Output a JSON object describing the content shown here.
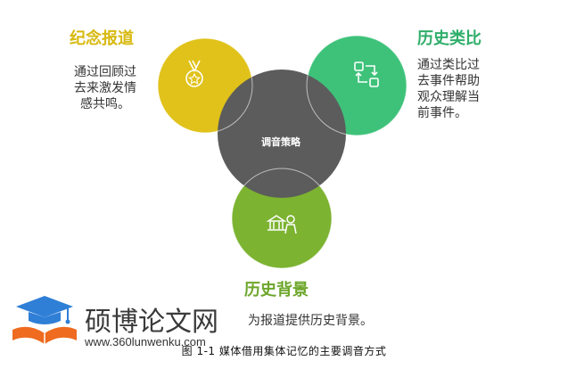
{
  "center": {
    "label": "调音策略"
  },
  "nodes": {
    "commemorative": {
      "title": "纪念报道",
      "desc": [
        "通过回顾过",
        "去来激发情",
        "感共鸣。"
      ],
      "icon": "medal-icon",
      "color": "#e0c21a"
    },
    "analogy": {
      "title": "历史类比",
      "desc": [
        "通过类比过",
        "去事件帮助",
        "观众理解当",
        "前事件。"
      ],
      "icon": "compare-arrows-icon",
      "color": "#3ec27a"
    },
    "background": {
      "title": "历史背景",
      "desc": [
        "为报道提供历史背景。"
      ],
      "icon": "monument-figure-icon",
      "color": "#7cb331"
    }
  },
  "center_color": "#5c5c5c",
  "caption": "图 1-1  媒体借用集体记忆的主要调音方式",
  "watermark": {
    "text": "硕博论文网",
    "url": "www.360lunwenku.com",
    "icon": "graduation-book-icon"
  }
}
